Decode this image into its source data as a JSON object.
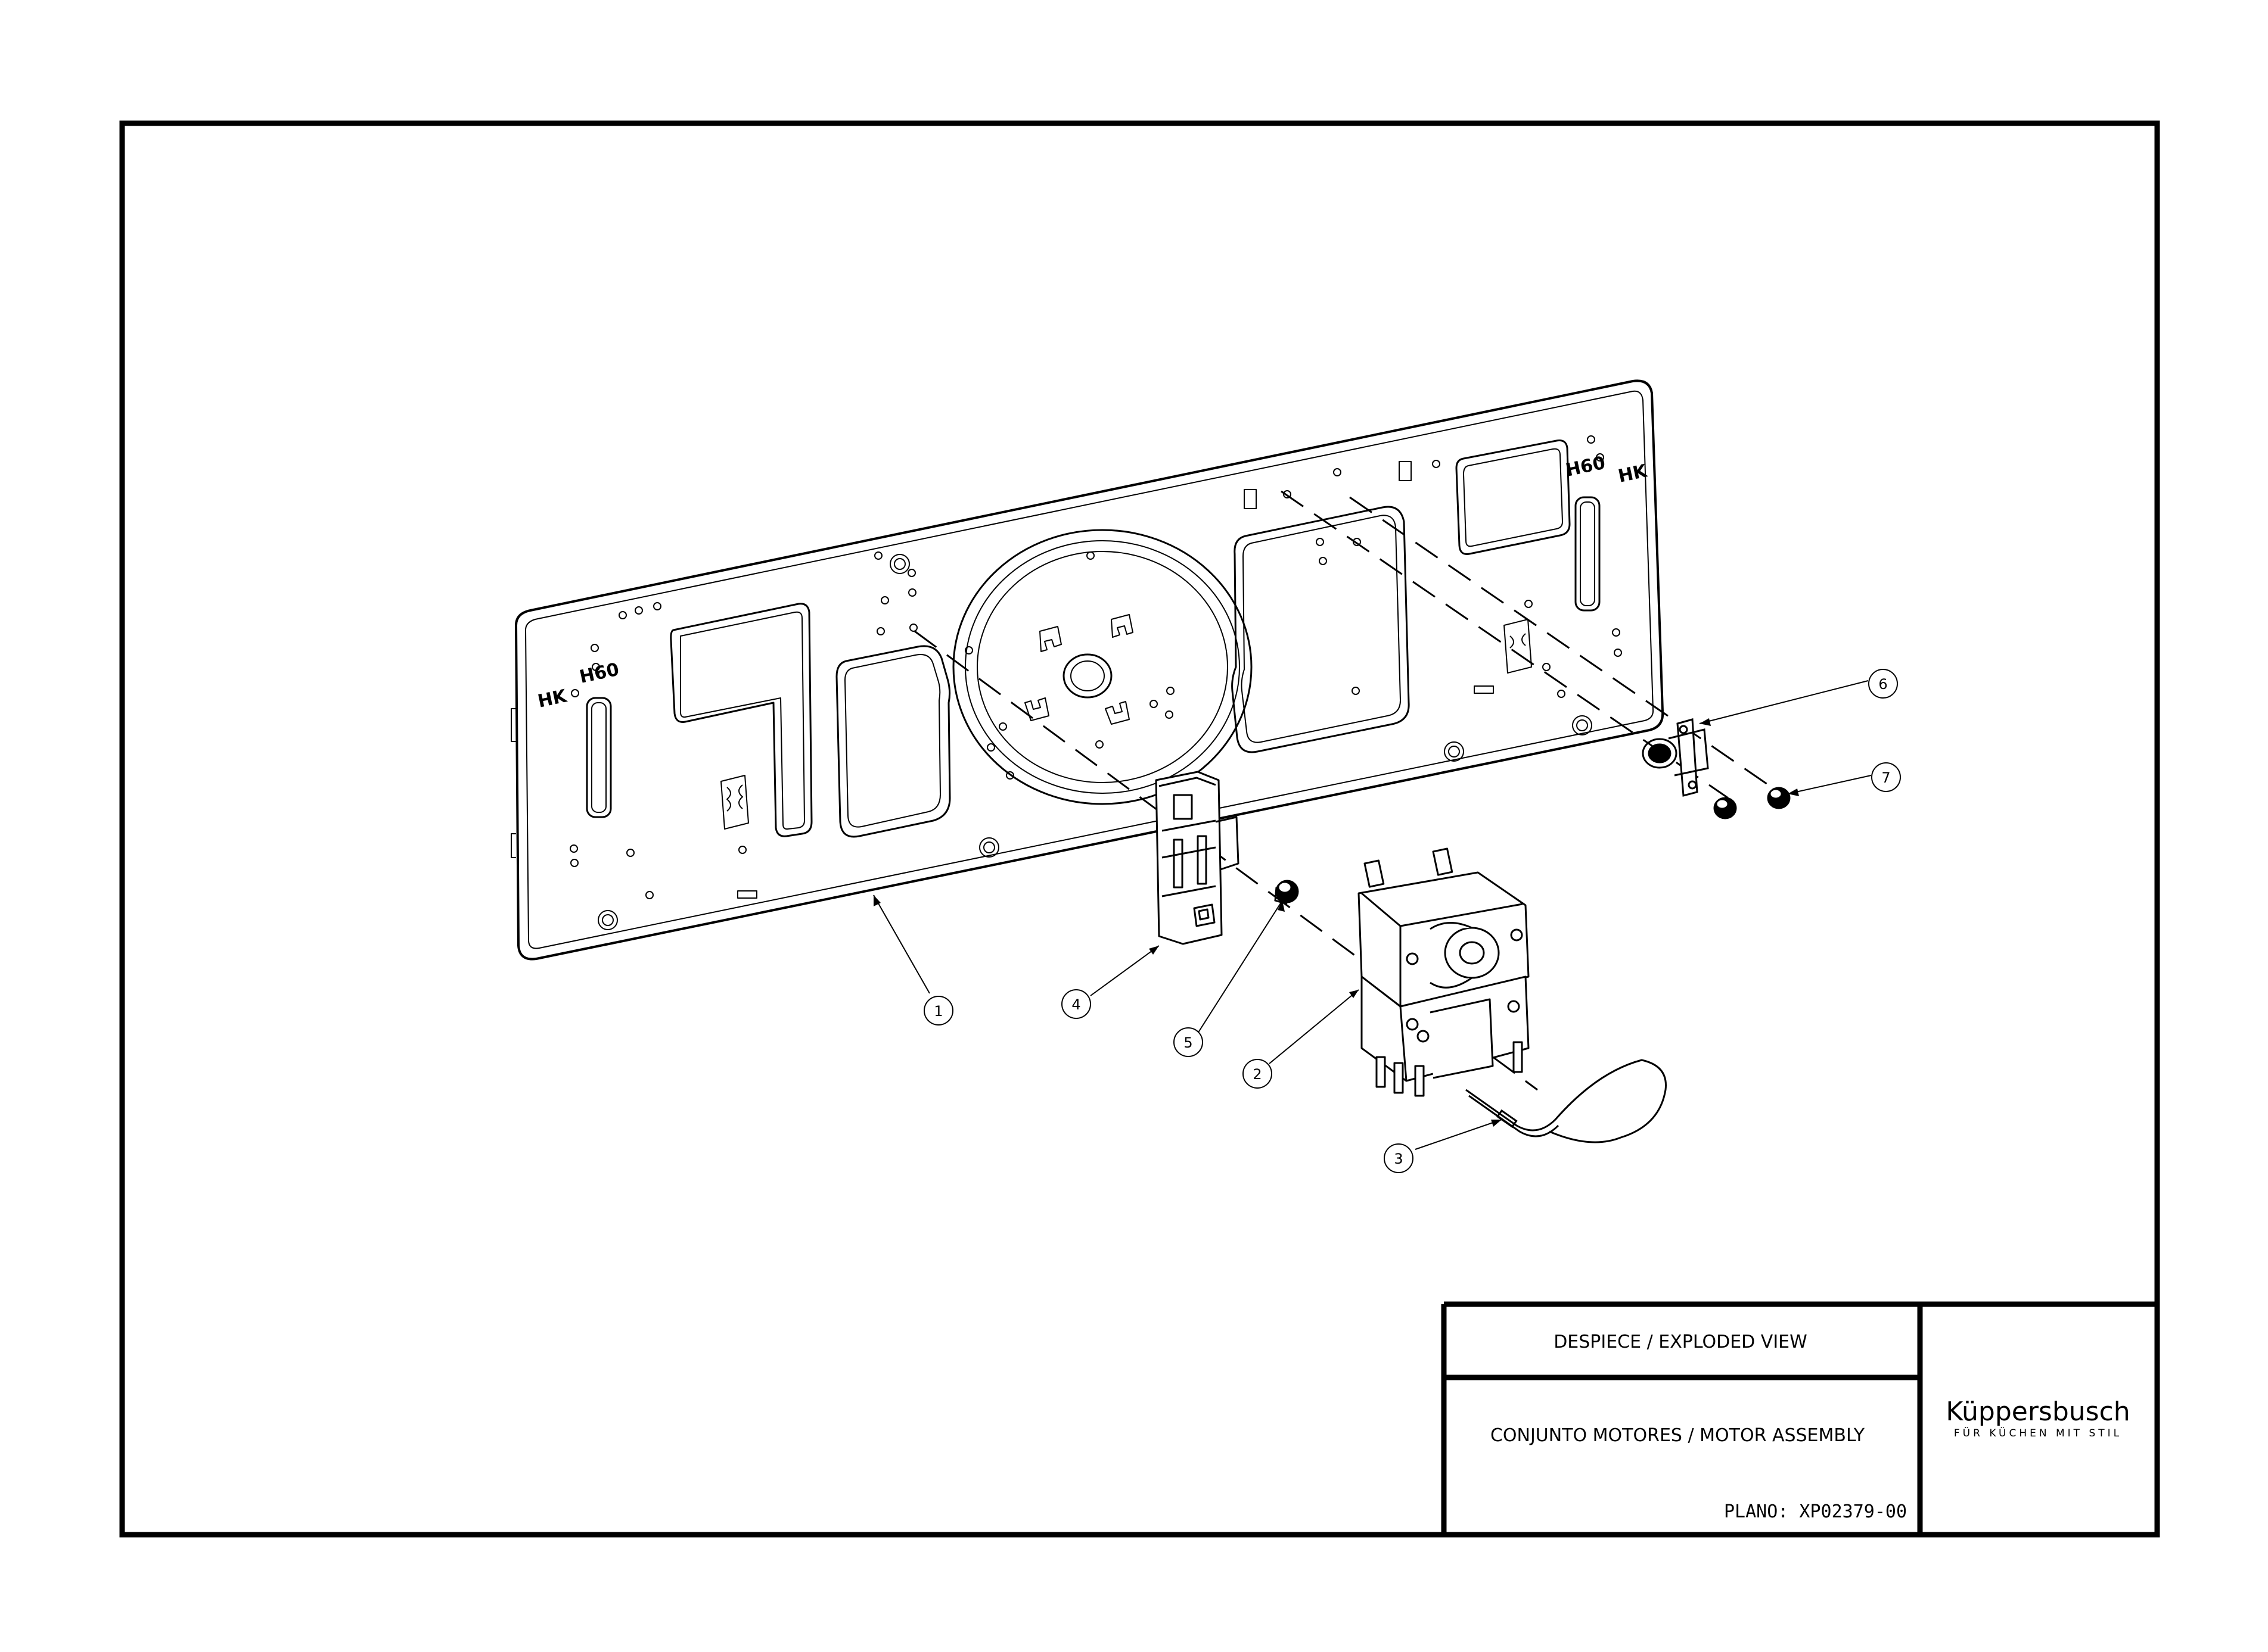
{
  "title_block": {
    "view": "DESPIECE / EXPLODED VIEW",
    "assembly": "CONJUNTO MOTORES / MOTOR ASSEMBLY",
    "plan": "PLANO: XP02379-00"
  },
  "brand": {
    "name": "Küppersbusch",
    "tagline": "FÜR KÜCHEN MIT STIL"
  },
  "panel_markings": {
    "left_hk": "HK",
    "left_h60": "H60",
    "right_h60": "H60",
    "right_hk": "HK"
  },
  "callouts": [
    "1",
    "2",
    "3",
    "4",
    "5",
    "6",
    "7"
  ]
}
